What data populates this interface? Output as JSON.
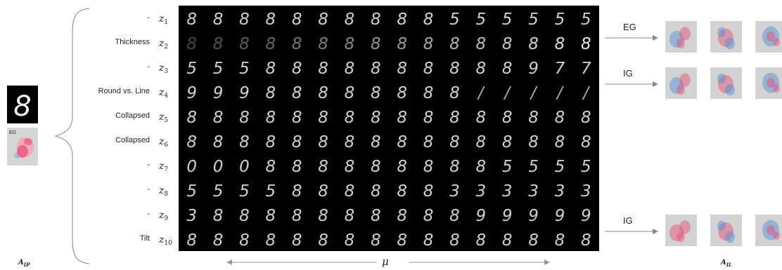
{
  "input_panel": {
    "eg_tag": "EG",
    "caption_main": "A",
    "caption_sub": "IP"
  },
  "latents": [
    {
      "label": "-",
      "z": "z",
      "idx": "1"
    },
    {
      "label": "Thickness",
      "z": "z",
      "idx": "2"
    },
    {
      "label": "-",
      "z": "z",
      "idx": "3"
    },
    {
      "label": "Round vs. Line",
      "z": "z",
      "idx": "4"
    },
    {
      "label": "Collapsed",
      "z": "z",
      "idx": "5"
    },
    {
      "label": "Collapsed",
      "z": "z",
      "idx": "6"
    },
    {
      "label": "-",
      "z": "z",
      "idx": "7"
    },
    {
      "label": "-",
      "z": "z",
      "idx": "8"
    },
    {
      "label": "-",
      "z": "z",
      "idx": "9"
    },
    {
      "label": "Tilt",
      "z": "z",
      "idx": "10"
    }
  ],
  "traversal": {
    "axis_symbol": "μ",
    "rows": [
      [
        "8",
        "8",
        "8",
        "8",
        "8",
        "8",
        "8",
        "8",
        "8",
        "8",
        "5",
        "5",
        "5",
        "5",
        "5",
        "5"
      ],
      [
        "8",
        "8",
        "8",
        "8",
        "8",
        "8",
        "8",
        "8",
        "8",
        "8",
        "8",
        "8",
        "8",
        "8",
        "8",
        "8"
      ],
      [
        "5",
        "5",
        "5",
        "8",
        "8",
        "8",
        "8",
        "8",
        "8",
        "8",
        "8",
        "8",
        "8",
        "9",
        "7",
        "7"
      ],
      [
        "9",
        "9",
        "9",
        "8",
        "8",
        "8",
        "8",
        "8",
        "8",
        "8",
        "8",
        "/",
        "/",
        "/",
        "/",
        "/"
      ],
      [
        "8",
        "8",
        "8",
        "8",
        "8",
        "8",
        "8",
        "8",
        "8",
        "8",
        "8",
        "8",
        "8",
        "8",
        "8",
        "8"
      ],
      [
        "8",
        "8",
        "8",
        "8",
        "8",
        "8",
        "8",
        "8",
        "8",
        "8",
        "8",
        "8",
        "8",
        "8",
        "8",
        "8"
      ],
      [
        "0",
        "0",
        "0",
        "8",
        "8",
        "8",
        "8",
        "8",
        "8",
        "8",
        "8",
        "8",
        "5",
        "5",
        "5",
        "5"
      ],
      [
        "5",
        "5",
        "5",
        "5",
        "8",
        "8",
        "8",
        "8",
        "8",
        "8",
        "3",
        "3",
        "3",
        "3",
        "3",
        "3"
      ],
      [
        "3",
        "8",
        "8",
        "8",
        "8",
        "8",
        "8",
        "8",
        "8",
        "8",
        "8",
        "9",
        "9",
        "9",
        "9",
        "9"
      ],
      [
        "8",
        "8",
        "8",
        "8",
        "8",
        "8",
        "8",
        "8",
        "8",
        "8",
        "8",
        "8",
        "8",
        "8",
        "8",
        "8"
      ]
    ]
  },
  "attributions": {
    "caption_main": "A",
    "caption_sub": "IL",
    "rows": [
      {
        "method": "EG"
      },
      {
        "method": "IG"
      },
      {
        "method": "IG"
      }
    ]
  },
  "colors": {
    "positive": "#e84a6f",
    "negative": "#4a8fd8",
    "background": "#d3d3d3",
    "grid_bg": "#000000",
    "digit": "#e6e6e6"
  }
}
